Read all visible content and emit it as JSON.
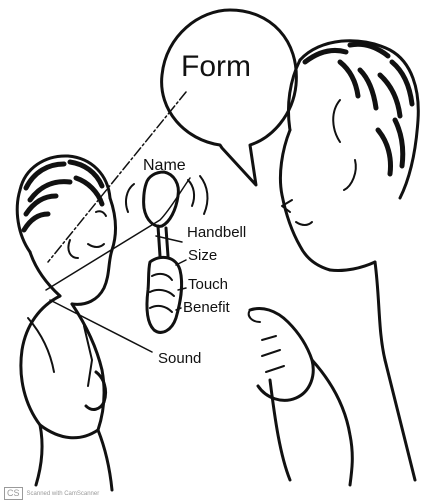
{
  "diagram": {
    "bubble_text": "Form",
    "labels": {
      "name": "Name",
      "handbell": "Handbell",
      "size": "Size",
      "touch": "Touch",
      "benefit": "Benefit",
      "sound": "Sound"
    }
  },
  "watermark": {
    "logo": "CS",
    "text": "Scanned with CamScanner"
  },
  "colors": {
    "ink": "#111111",
    "paper": "#ffffff",
    "watermark": "#9a9a9a"
  }
}
